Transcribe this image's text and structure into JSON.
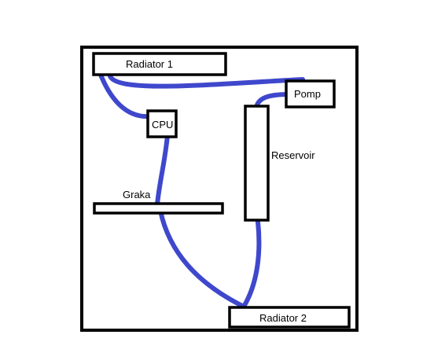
{
  "components": {
    "radiator_1": {
      "label": "Radiator 1"
    },
    "cpu": {
      "label": "CPU"
    },
    "pomp": {
      "label": "Pomp"
    },
    "reservoir": {
      "label": "Reservoir"
    },
    "graka": {
      "label": "Graka"
    },
    "radiator_2": {
      "label": "Radiator 2"
    }
  },
  "colors": {
    "tube": "#3f48cc",
    "outline": "#000000",
    "background": "#ffffff"
  }
}
